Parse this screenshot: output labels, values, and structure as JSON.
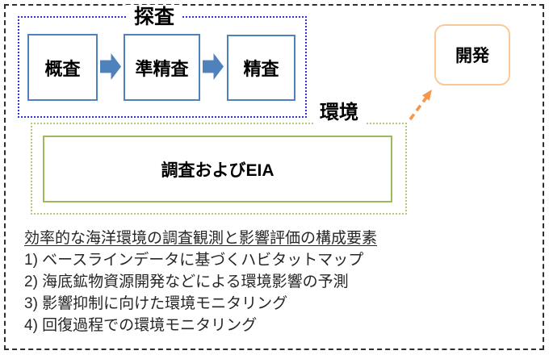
{
  "exploration_group": {
    "label": "探査",
    "stages": [
      {
        "label": "概査"
      },
      {
        "label": "準精査"
      },
      {
        "label": "精査"
      }
    ]
  },
  "development_box": {
    "label": "開発"
  },
  "environment_group": {
    "label": "環境",
    "box_label": "調査およびEIA"
  },
  "notes": {
    "heading": "効率的な海洋環境の調査観測と影響評価の構成要素",
    "items": [
      "1) ベースラインデータに基づくハビタットマップ",
      "2) 海底鉱物資源開発などによる環境影響の予測",
      "3) 影響抑制に向けた環境モニタリング",
      "4) 回復過程での環境モニタリング"
    ]
  },
  "colors": {
    "stage_border_blue": "#4f81bd",
    "flow_arrow_blue": "#4f81bd",
    "exploration_frame_blue": "#3333c9",
    "environment_frame_green": "#b2c97d",
    "eia_border_green": "#9bbb59",
    "development_border_peach": "#f8c998",
    "dashed_arrow_orange": "#f79646",
    "outer_frame_black": "#2f2f2f"
  }
}
